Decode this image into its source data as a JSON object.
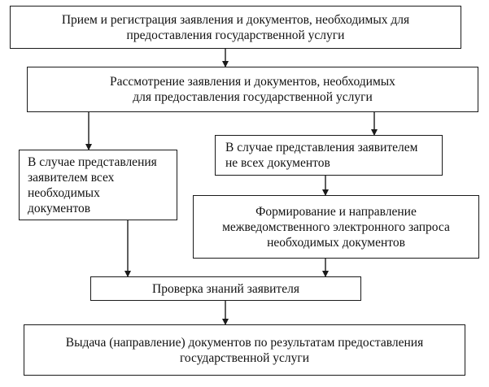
{
  "diagram": {
    "nodes": [
      {
        "id": "reception",
        "text": "Прием и регистрация заявления и документов, необходимых для\nпредоставления государственной услуги"
      },
      {
        "id": "review",
        "text": "Рассмотрение заявления и документов, необходимых\nдля предоставления государственной услуги"
      },
      {
        "id": "all-docs",
        "text": "В случае представления\nзаявителем всех\nнеобходимых\nдокументов"
      },
      {
        "id": "not-all-docs",
        "text": "В случае представления заявителем\nне всех документов"
      },
      {
        "id": "interagency-request",
        "text": "Формирование и направление\nмежведомственного электронного запроса\nнеобходимых документов"
      },
      {
        "id": "knowledge-check",
        "text": "Проверка знаний заявителя"
      },
      {
        "id": "issuance",
        "text": "Выдача (направление) документов по результатам предоставления\nгосударственной услуги"
      }
    ],
    "edges": [
      {
        "from": "reception",
        "to": "review"
      },
      {
        "from": "review",
        "to": "all-docs"
      },
      {
        "from": "review",
        "to": "not-all-docs"
      },
      {
        "from": "not-all-docs",
        "to": "interagency-request"
      },
      {
        "from": "all-docs",
        "to": "knowledge-check"
      },
      {
        "from": "interagency-request",
        "to": "knowledge-check"
      },
      {
        "from": "knowledge-check",
        "to": "issuance"
      }
    ]
  }
}
